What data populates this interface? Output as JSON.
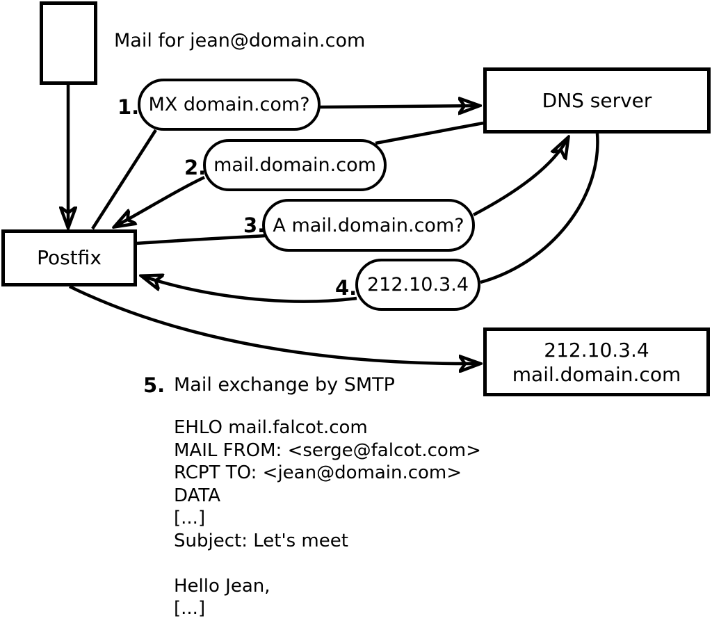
{
  "page": {
    "background": "#ffffff",
    "ink": "#000000"
  },
  "caption": "Mail for jean@domain.com",
  "nodes": {
    "postfix": {
      "label": "Postfix"
    },
    "dns_server": {
      "label": "DNS server"
    },
    "mail_server": {
      "line1": "212.10.3.4",
      "line2": "mail.domain.com"
    }
  },
  "steps": [
    {
      "num": "1.",
      "label": "MX domain.com?"
    },
    {
      "num": "2.",
      "label": "mail.domain.com"
    },
    {
      "num": "3.",
      "label": "A mail.domain.com?"
    },
    {
      "num": "4.",
      "label": "212.10.3.4"
    },
    {
      "num": "5.",
      "label": "Mail exchange by SMTP"
    }
  ],
  "smtp_session": {
    "lines": [
      "EHLO mail.falcot.com",
      "MAIL FROM: <serge@falcot.com>",
      "RCPT TO: <jean@domain.com>",
      "DATA",
      "[...]",
      "Subject: Let's meet",
      "",
      "Hello Jean,",
      "[...]",
      "",
      "."
    ]
  }
}
